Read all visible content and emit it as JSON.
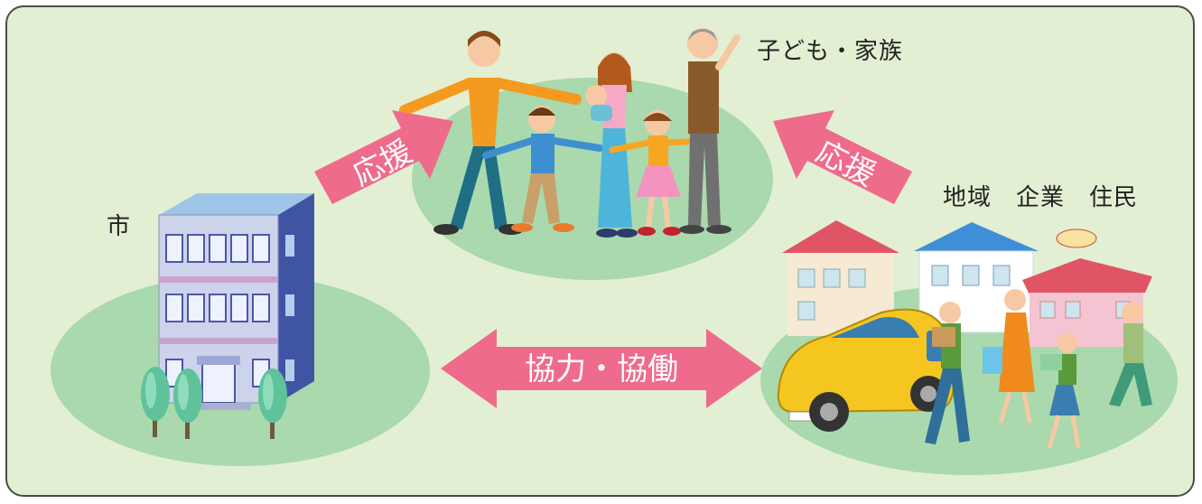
{
  "labels": {
    "city": "市",
    "family": "子ども・家族",
    "community": "地域　企業　住民"
  },
  "arrows": {
    "support_left": "応援",
    "support_right": "応援",
    "cooperation": "協力・協働"
  },
  "colors": {
    "background": "#e3efd2",
    "ellipse": "#a9d9ad",
    "arrow": "#ef6b8b",
    "border": "#4a4a4a"
  }
}
